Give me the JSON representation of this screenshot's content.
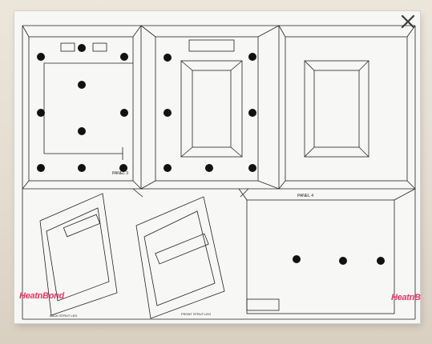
{
  "viewer": {
    "close_label": "close",
    "close_icon": "close-icon"
  },
  "sheet": {
    "panel_3_label": "PANEL 3",
    "panel_4_label": "PANEL 4",
    "back_strut_label": "BACK STRUT LEG",
    "front_strut_label": "FRONT STRUT LEG",
    "brand_left": "HeatnBond",
    "brand_right": "HeatnB",
    "brand_color": "#e83a6a"
  }
}
